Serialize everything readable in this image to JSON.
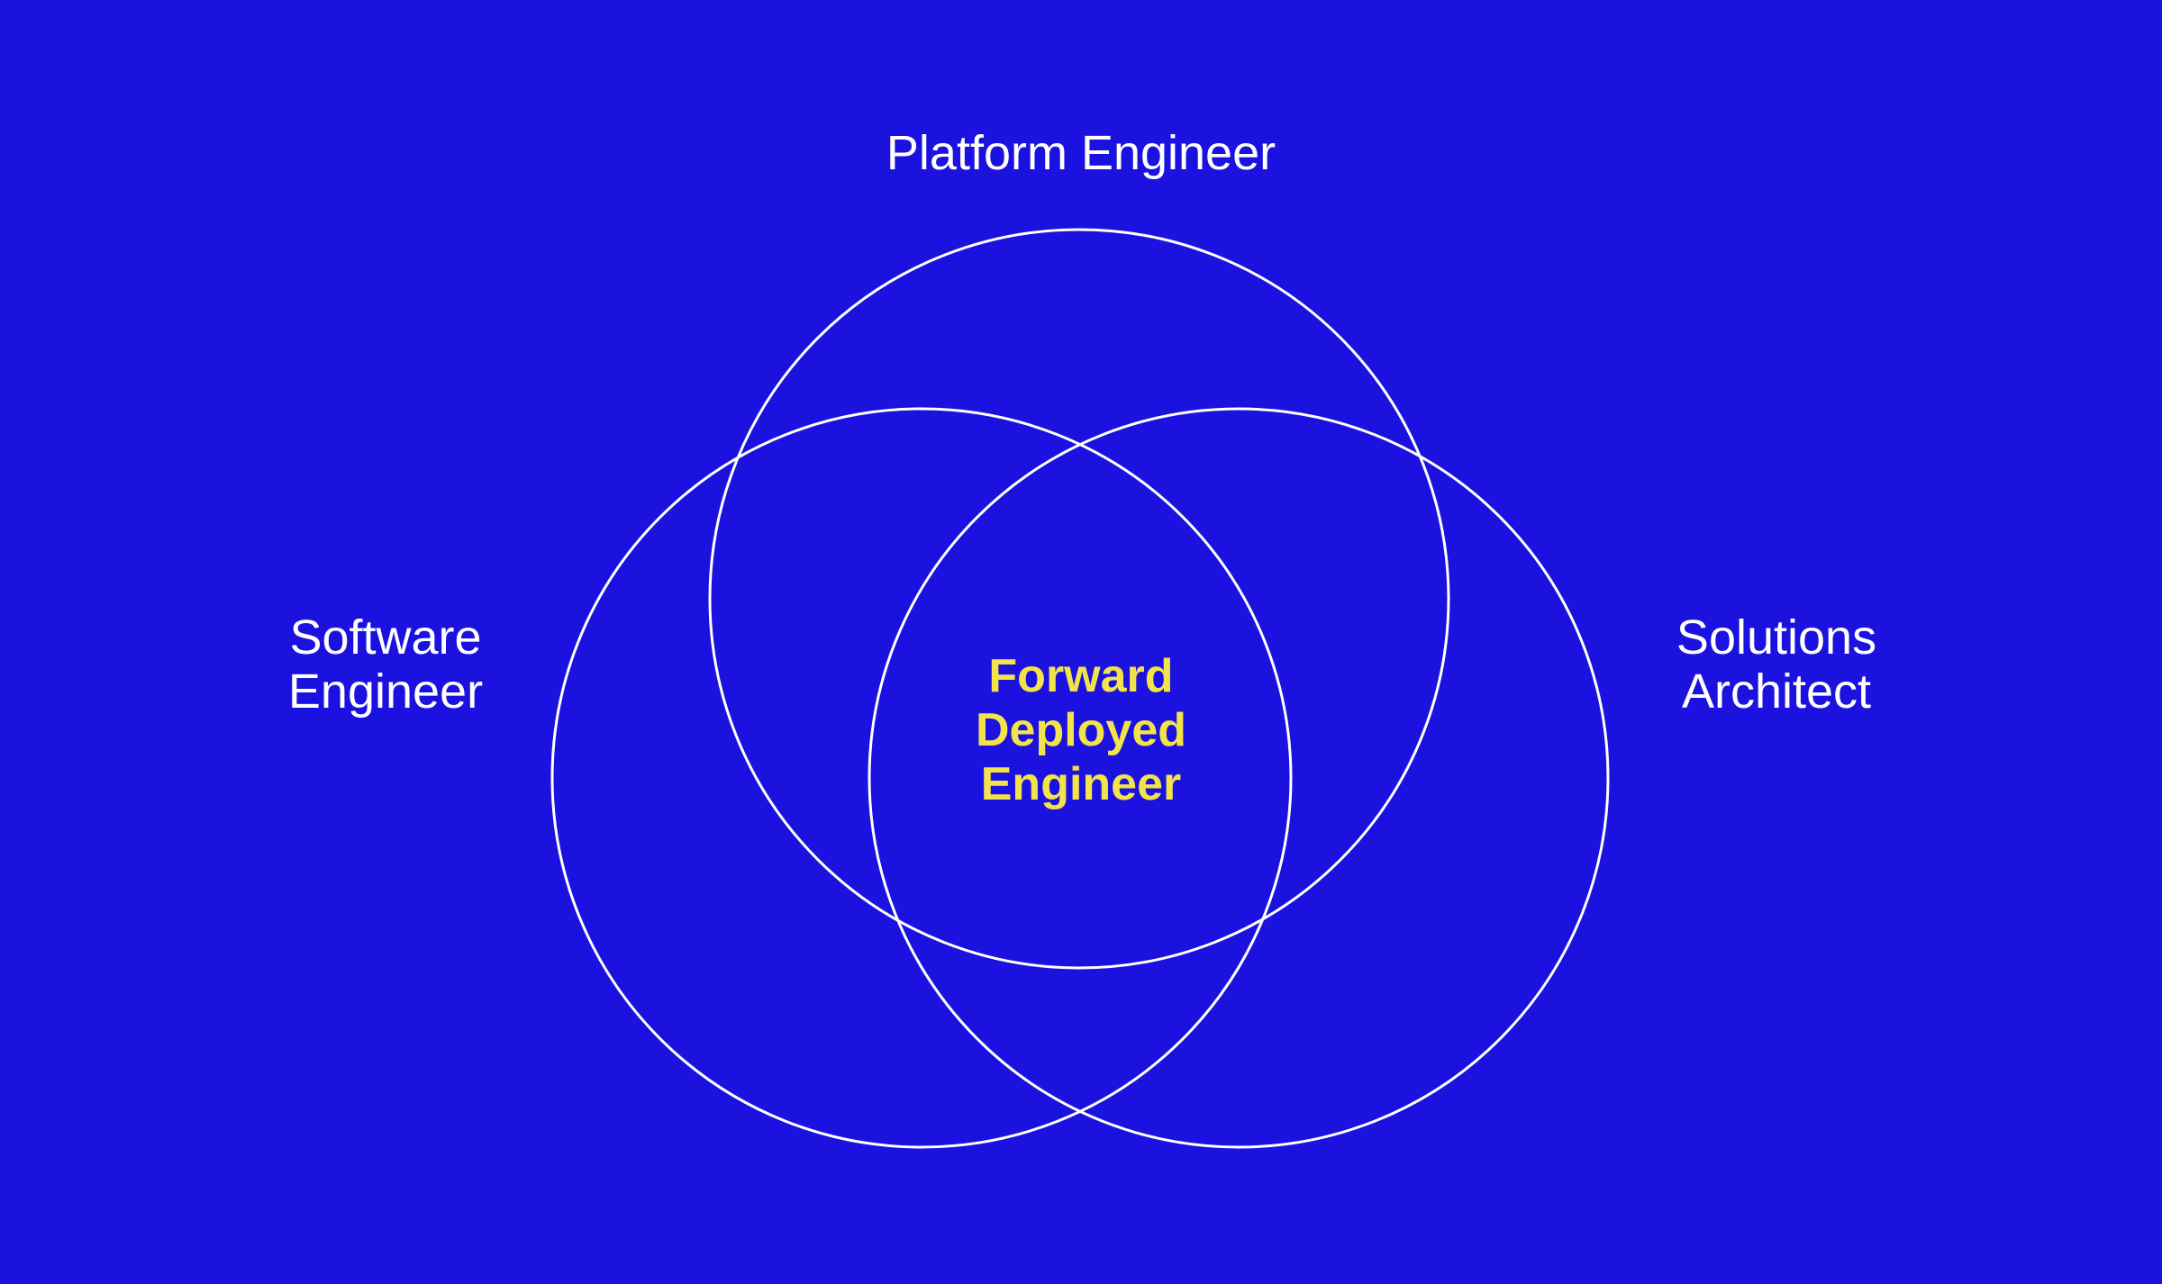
{
  "diagram": {
    "type": "venn",
    "background_color": "#1b12df",
    "stroke_color": "#ffffff",
    "center_color": "#f2e34b",
    "circles": [
      {
        "id": "top",
        "label": [
          "Platform Engineer"
        ]
      },
      {
        "id": "left",
        "label": [
          "Software",
          "Engineer"
        ]
      },
      {
        "id": "right",
        "label": [
          "Solutions",
          "Architect"
        ]
      }
    ],
    "intersection": {
      "label": [
        "Forward",
        "Deployed",
        "Engineer"
      ]
    }
  }
}
